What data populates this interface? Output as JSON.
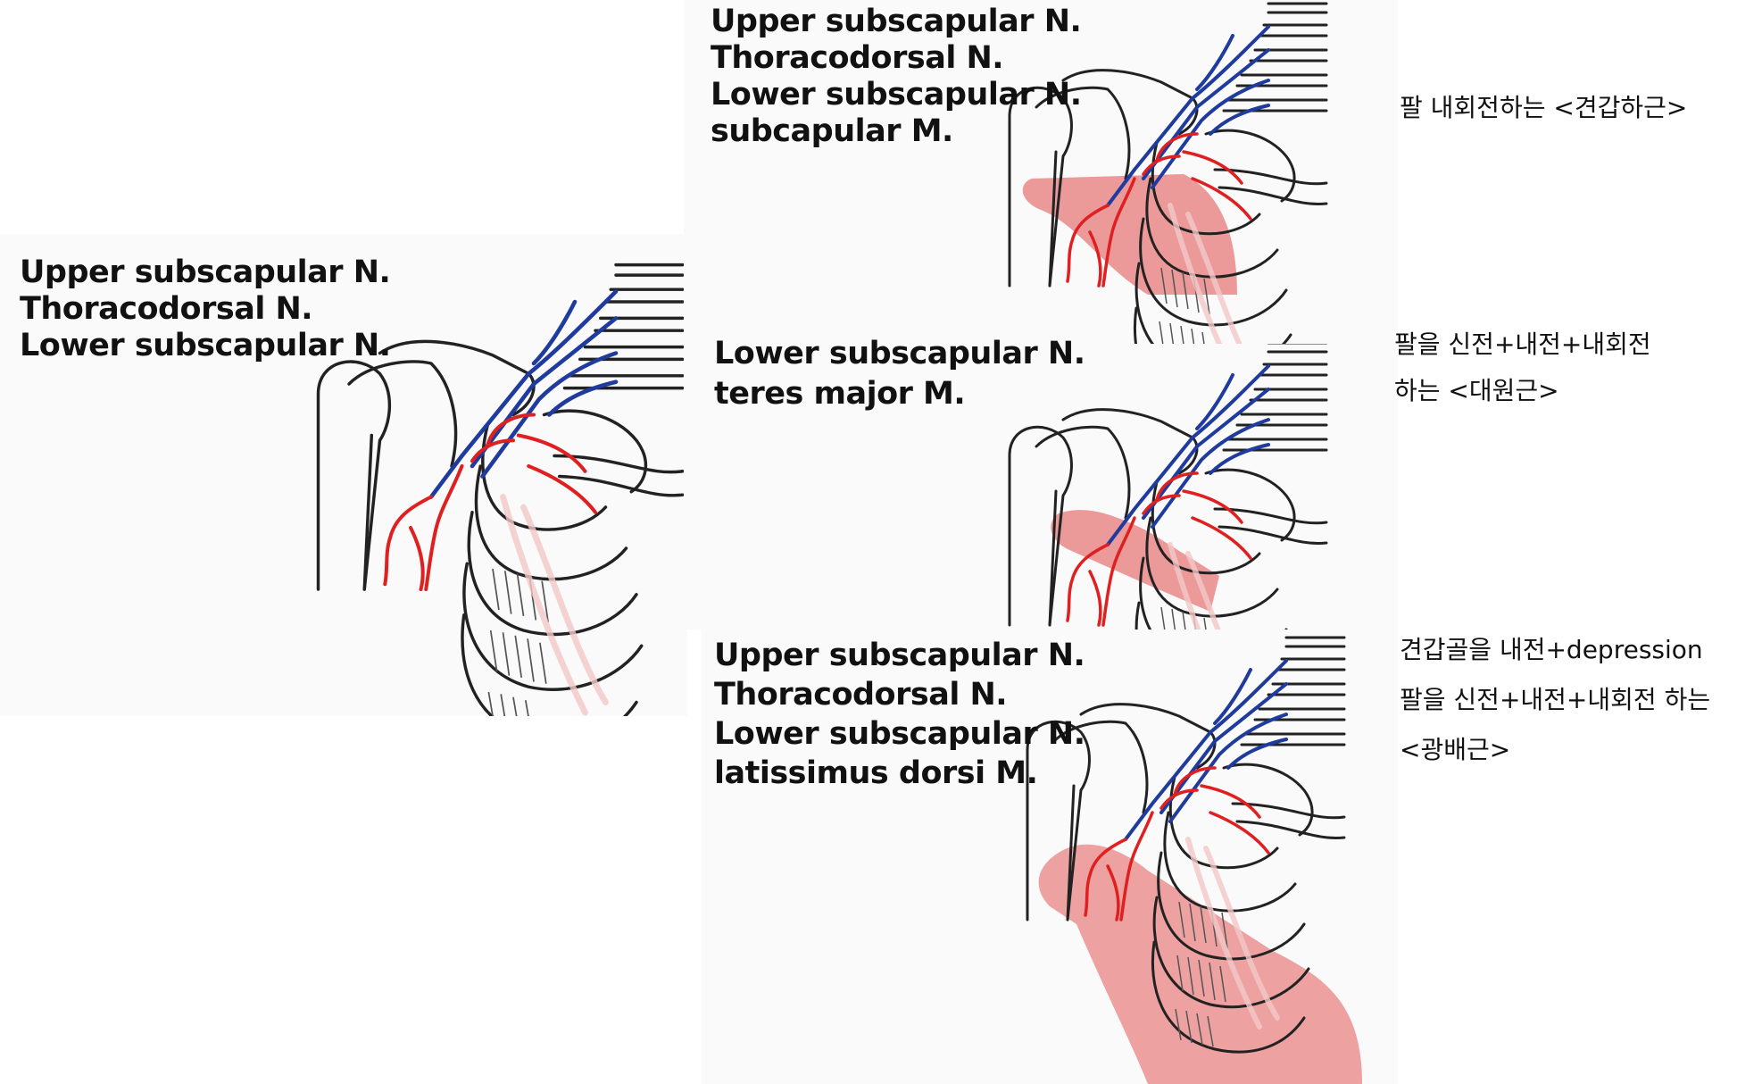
{
  "panels": [
    {
      "lines": [
        "Upper subscapular N.",
        "Thoracodorsal N.",
        "Lower subscapular N."
      ]
    },
    {
      "lines": [
        "Upper subscapular N.",
        "Thoracodorsal N.",
        "Lower subscapular N.",
        "subcapular M."
      ]
    },
    {
      "lines": [
        "Lower subscapular N.",
        "teres major M."
      ]
    },
    {
      "lines": [
        "Upper subscapular N.",
        "Thoracodorsal N.",
        "Lower subscapular N.",
        "latissimus dorsi M."
      ]
    }
  ],
  "notes": [
    {
      "lines": [
        "팔 내회전하는 <견갑하근>"
      ]
    },
    {
      "lines": [
        "팔을 신전+내전+내회전",
        "하는 <대원근>"
      ]
    },
    {
      "lines": [
        "견갑골을 내전+depression",
        "팔을 신전+내전+내회전 하는",
        "<광배근>"
      ]
    }
  ],
  "colors": {
    "nerve_blue": "#1f3b9e",
    "artery_red": "#e02020",
    "muscle_highlight": "#e04848",
    "outline": "#222222"
  }
}
